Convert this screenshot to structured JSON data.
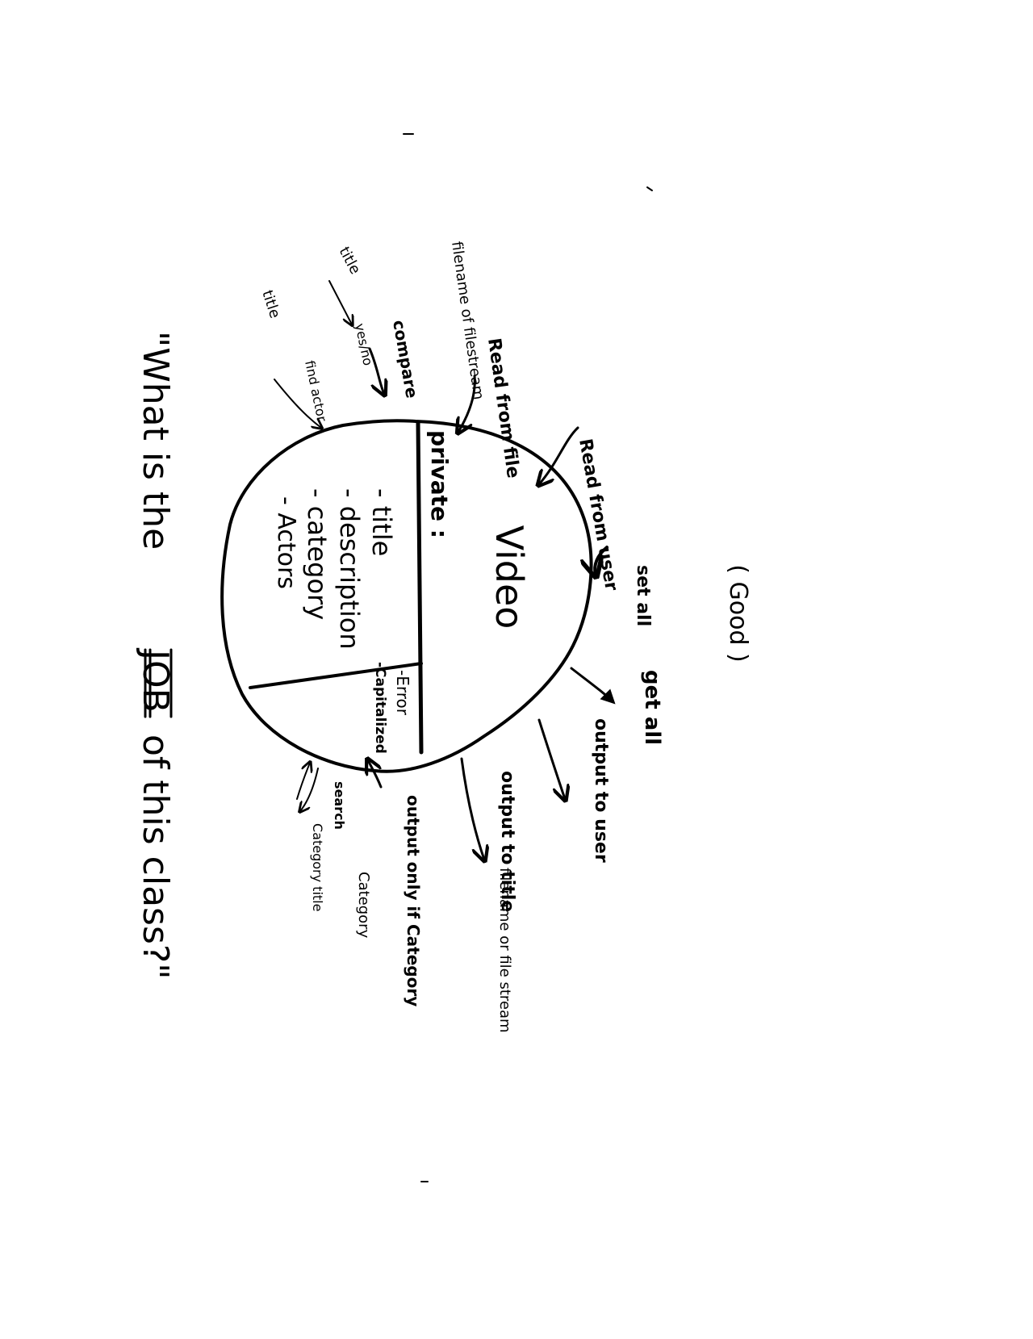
{
  "note": "( Good )",
  "question": "\"What is the JOB of this class?\"",
  "question_parts": {
    "before": "\"What is the",
    "emphasis": "JOB",
    "after": "of this class?\""
  },
  "class_box": {
    "name": "Video",
    "section_label": "private :",
    "members": [
      "- title",
      "- description",
      "- category",
      "- Actors"
    ],
    "side_members": [
      "-Error",
      "-Capitalized"
    ]
  },
  "methods": [
    {
      "label": "Read from user"
    },
    {
      "label": "Read from file",
      "param": "filename of filestream"
    },
    {
      "label": "compare",
      "param": "title",
      "returns": "yes/no"
    },
    {
      "label": "find actor",
      "param": "title"
    },
    {
      "label": "set all"
    },
    {
      "label": "get all"
    },
    {
      "label": "output to user"
    },
    {
      "label": "output to title",
      "param": "filename or file stream"
    },
    {
      "label": "output only if Category",
      "param": "Category"
    },
    {
      "label": "search",
      "param": "Category title"
    }
  ]
}
